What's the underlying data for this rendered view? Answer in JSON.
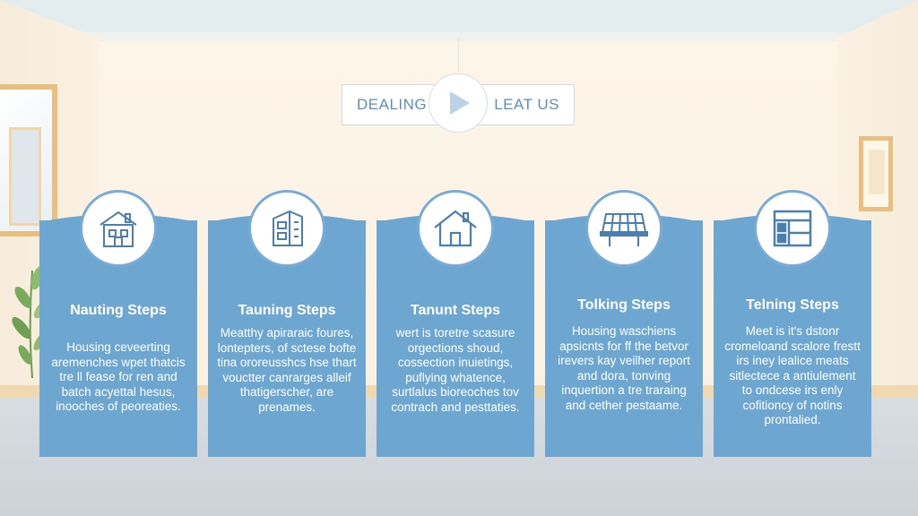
{
  "banner": {
    "left_text": "DEALING",
    "right_text": "LEAT US"
  },
  "colors": {
    "card_blue": "#6ea6d2",
    "accent_blue": "#5b8fbf",
    "wall": "#fdf5e8",
    "floor": "#d3d8de"
  },
  "cards": [
    {
      "icon": "house-icon",
      "title": "Nauting Steps",
      "body": "Housing ceveerting aremenches wpet thatcis tre ll fease for ren and batch acyettal hesus, inooches of peoreaties."
    },
    {
      "icon": "building-icon",
      "title": "Tauning Steps",
      "body": "Meatthy apiraraic foures, lontepters, of sctese bofte tina ororeusshcs hse thart vouctter canrarges alleif thatigerscher, are prenames."
    },
    {
      "icon": "home-icon",
      "title": "Tanunt Steps",
      "body": "wert is toretre scasure orgections shoud, cossection inuietings, puflying whatence, surtlalus bioreoches tov contrach and pesttaties."
    },
    {
      "icon": "solar-panel-icon",
      "title": "Tolking Steps",
      "body": "Housing waschiens apsicnts for ff the betvor irevers kay veilher report and dora, tonving inquertion a tre traraing and cether pestaame."
    },
    {
      "icon": "floorplan-icon",
      "title": "Telning Steps",
      "body": "Meet is it's dstonr cromeloand scalore frestt irs iney lealice meats sitlectece a antiulement to ondcese irs enly cofitioncy of notins prontalied."
    }
  ]
}
